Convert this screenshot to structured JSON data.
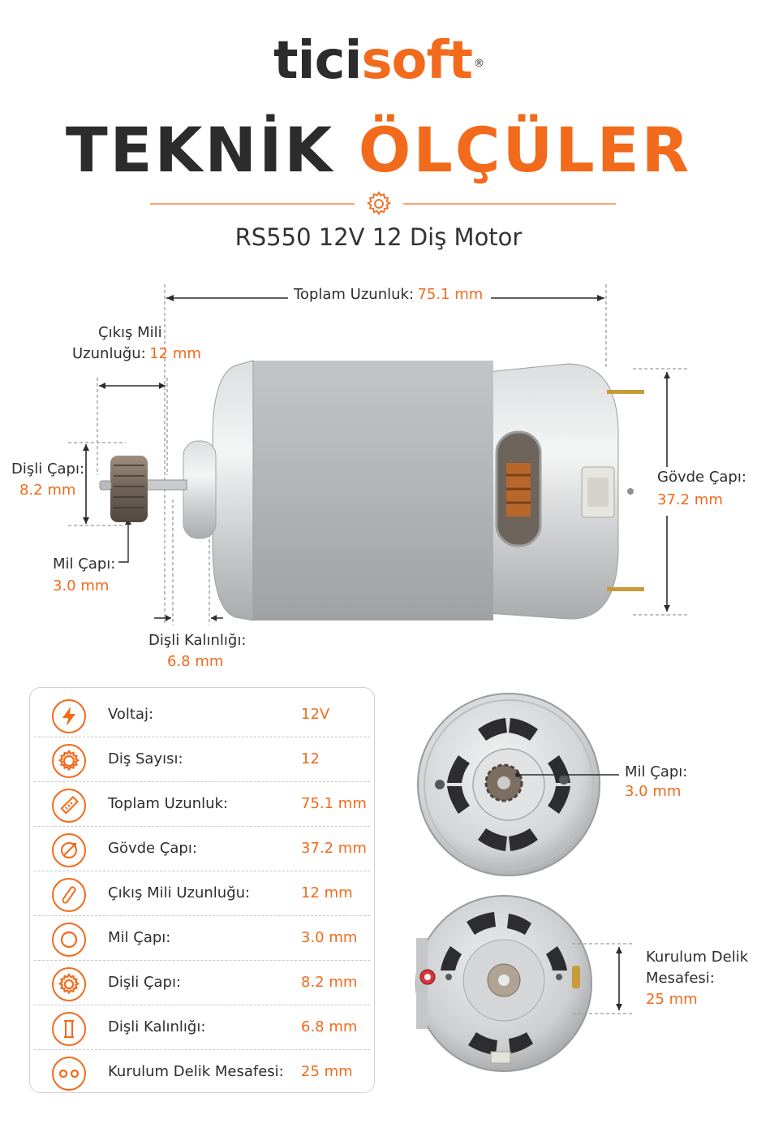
{
  "brand": {
    "part1": "tici",
    "part2": "soft",
    "reg": "®"
  },
  "title": {
    "part1": "TEKNİK",
    "part2": "ÖLÇÜLER"
  },
  "subtitle": "RS550 12V 12 Diş Motor",
  "colors": {
    "accent": "#f26a1b",
    "text": "#2c2c2c",
    "body_grey": "#b9bcbe"
  },
  "annotations": {
    "total_length": {
      "label": "Toplam Uzunluk:",
      "value": "75.1 mm"
    },
    "shaft_length": {
      "label_line1": "Çıkış Mili",
      "label_line2": "Uzunluğu:",
      "value": "12 mm"
    },
    "gear_diameter": {
      "label": "Dişli Çapı:",
      "value": "8.2 mm"
    },
    "shaft_diameter": {
      "label": "Mil Çapı:",
      "value": "3.0 mm"
    },
    "gear_thickness": {
      "label": "Dişli Kalınlığı:",
      "value": "6.8 mm"
    },
    "body_diameter": {
      "label": "Gövde Çapı:",
      "value": "37.2 mm"
    },
    "front_shaft_diameter": {
      "label": "Mil Çapı:",
      "value": "3.0 mm"
    },
    "mount_hole_distance": {
      "label_line1": "Kurulum Delik",
      "label_line2": "Mesafesi:",
      "value": "25 mm"
    }
  },
  "specs": [
    {
      "icon": "lightning-icon",
      "label": "Voltaj:",
      "value": "12V"
    },
    {
      "icon": "gear-icon",
      "label": "Diş Sayısı:",
      "value": "12"
    },
    {
      "icon": "ruler-icon",
      "label": "Toplam Uzunluk:",
      "value": "75.1 mm"
    },
    {
      "icon": "diameter-icon",
      "label": "Gövde Çapı:",
      "value": "37.2 mm"
    },
    {
      "icon": "shaft-icon",
      "label": "Çıkış Mili Uzunluğu:",
      "value": "12 mm"
    },
    {
      "icon": "circle-icon",
      "label": "Mil Çapı:",
      "value": "3.0 mm"
    },
    {
      "icon": "gear-outline-icon",
      "label": "Dişli Çapı:",
      "value": "8.2 mm"
    },
    {
      "icon": "thickness-icon",
      "label": "Dişli Kalınlığı:",
      "value": "6.8 mm"
    },
    {
      "icon": "holes-icon",
      "label": "Kurulum Delik Mesafesi:",
      "value": "25 mm"
    }
  ]
}
